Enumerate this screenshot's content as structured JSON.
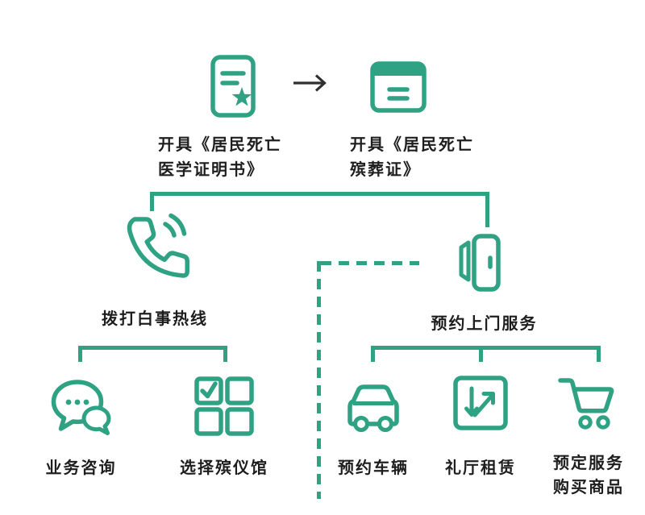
{
  "theme": {
    "accent": "#2EA283",
    "text_color": "#1E1E1E",
    "background": "#FFFFFF"
  },
  "nodes": {
    "death_cert": {
      "line1": "开具《居民死亡",
      "line2": "医学证明书》"
    },
    "funeral_cert": {
      "line1": "开具《居民死亡",
      "line2": "殡葬证》"
    },
    "hotline": {
      "label": "拨打白事热线"
    },
    "door_service": {
      "label": "预约上门服务"
    },
    "consult": {
      "label": "业务咨询"
    },
    "select_home": {
      "label": "选择殡仪馆"
    },
    "vehicle": {
      "label": "预约车辆"
    },
    "hall_rental": {
      "label": "礼厅租赁"
    },
    "shopping": {
      "line1": "预定服务",
      "line2": "购买商品"
    }
  },
  "icons": {
    "death_cert": "document-star-icon",
    "funeral_cert": "certificate-card-icon",
    "flow_arrow": "right-arrow-icon",
    "hotline": "phone-handset-icon",
    "door_service": "open-door-icon",
    "consult": "chat-bubbles-icon",
    "select_home": "grid-check-icon",
    "vehicle": "car-icon",
    "hall_rental": "box-arrows-icon",
    "shopping": "shopping-cart-icon"
  }
}
